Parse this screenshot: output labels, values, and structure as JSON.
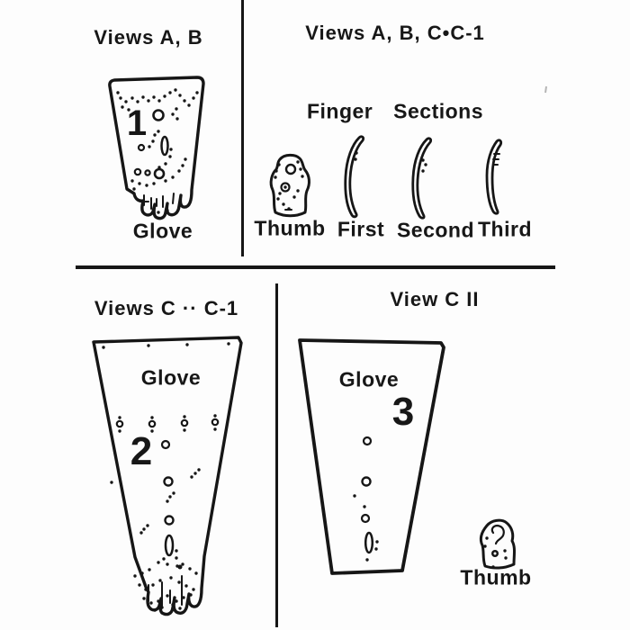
{
  "colors": {
    "ink": "#161616",
    "paper": "#fdfdfd"
  },
  "panels": {
    "top_left": {
      "title": "Views A, B",
      "glove_label": "Glove",
      "piece_number": "1"
    },
    "top_right": {
      "title": "Views A, B, C•C-1",
      "heading": "Finger Sections",
      "pieces": [
        {
          "label": "Thumb"
        },
        {
          "label": "First"
        },
        {
          "label": "Second"
        },
        {
          "label": "Third"
        }
      ]
    },
    "bottom_left": {
      "title": "Views C ·· C-1",
      "glove_label": "Glove",
      "piece_number": "2"
    },
    "bottom_right": {
      "title": "View C II",
      "glove_label": "Glove",
      "piece_number": "3",
      "thumb_label": "Thumb"
    }
  }
}
